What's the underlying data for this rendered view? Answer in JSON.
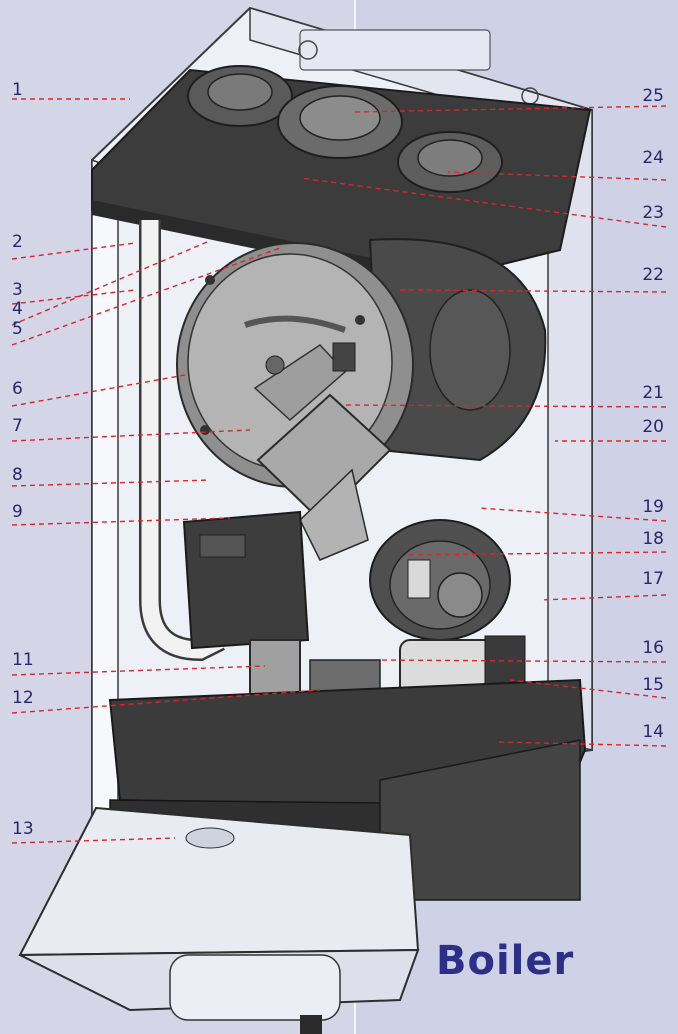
{
  "title": "Boiler",
  "colors": {
    "background": "#d4d6e8",
    "label": "#26286a",
    "leader": "#d9262c",
    "title": "#2b2f86"
  },
  "labels": {
    "left": [
      "1",
      "2",
      "3",
      "4",
      "5",
      "6",
      "7",
      "8",
      "9",
      "11",
      "12",
      "13"
    ],
    "right": [
      "25",
      "24",
      "23",
      "22",
      "21",
      "20",
      "19",
      "18",
      "17",
      "16",
      "15",
      "14"
    ]
  }
}
